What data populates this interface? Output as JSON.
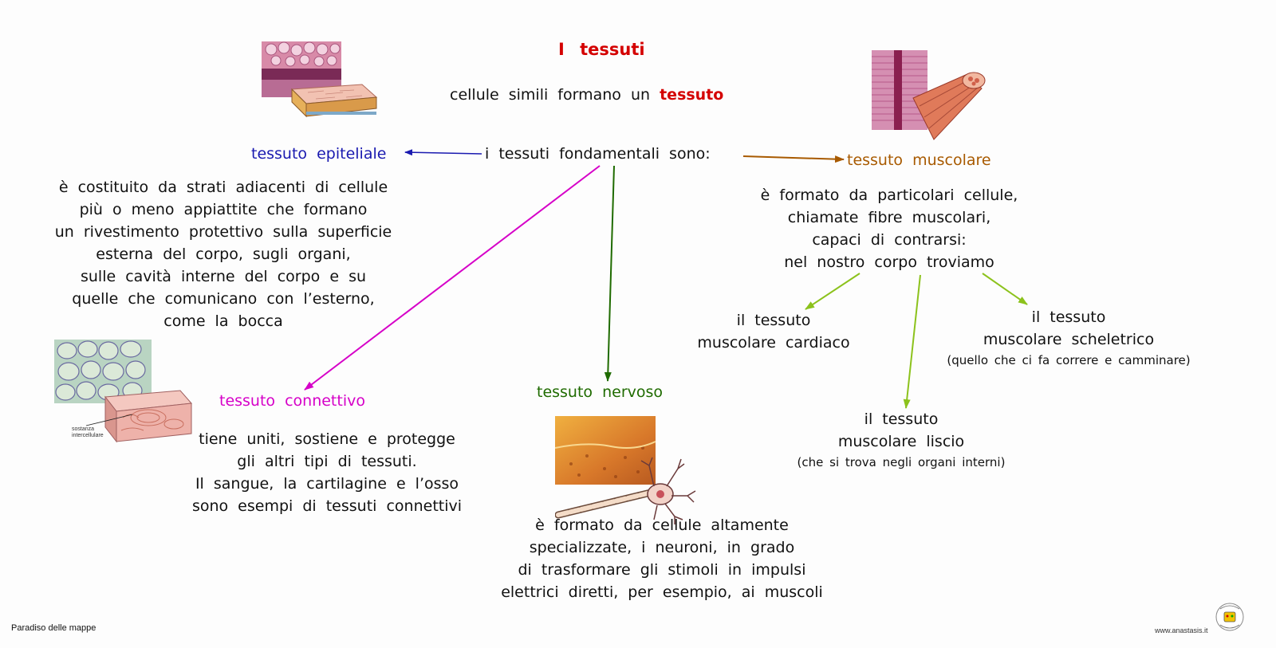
{
  "title": {
    "prefix": "I",
    "word": "tessuti"
  },
  "intro": {
    "text": "cellule simili formano un",
    "highlight": "tessuto"
  },
  "hub": {
    "text": "i tessuti fondamentali sono:"
  },
  "nodes": {
    "epiteliale": {
      "label": "tessuto epiteliale"
    },
    "muscolare": {
      "label": "tessuto muscolare"
    },
    "connettivo": {
      "label": "tessuto connettivo"
    },
    "nervoso": {
      "label": "tessuto nervoso"
    }
  },
  "descriptions": {
    "epiteliale": [
      "è costituito da strati adiacenti di cellule",
      "più o meno appiattite che formano",
      "un rivestimento protettivo sulla superficie",
      "esterna del corpo, sugli organi,",
      "sulle cavità interne del corpo e su",
      "quelle che comunicano con l’esterno,",
      "come la bocca"
    ],
    "muscolare": [
      "è formato da particolari cellule,",
      "chiamate fibre muscolari,",
      "capaci di contrarsi:",
      "nel nostro corpo troviamo"
    ],
    "connettivo": [
      "tiene uniti, sostiene e protegge",
      "gli altri tipi di tessuti.",
      "Il sangue, la cartilagine e l’osso",
      "sono esempi di tessuti connettivi"
    ],
    "nervoso": [
      "è formato da cellule altamente",
      "specializzate, i neuroni, in grado",
      "di trasformare gli stimoli in impulsi",
      "elettrici diretti, per esempio, ai muscoli"
    ]
  },
  "muscle_types": {
    "cardiaco": {
      "line1": "il tessuto",
      "line2": "muscolare cardiaco"
    },
    "scheletrico": {
      "line1": "il tessuto",
      "line2": "muscolare scheletrico",
      "note": "(quello che ci fa correre e camminare)"
    },
    "liscio": {
      "line1": "il tessuto",
      "line2": "muscolare liscio",
      "note": "(che si trova negli organi interni)"
    }
  },
  "image_labels": {
    "connettivo_label_1": "sostanza",
    "connettivo_label_2": "intercellulare"
  },
  "footer": {
    "left": "Paradiso delle mappe",
    "right": "www.anastasis.it"
  },
  "colors": {
    "title_red": "#d40000",
    "epiteliale": "#1a1ab0",
    "muscolare": "#a85a00",
    "connettivo": "#d600c8",
    "nervoso": "#1f6b00",
    "muscle_arrows": "#8cc21c",
    "epi_arrow": "#1a1ab0"
  }
}
